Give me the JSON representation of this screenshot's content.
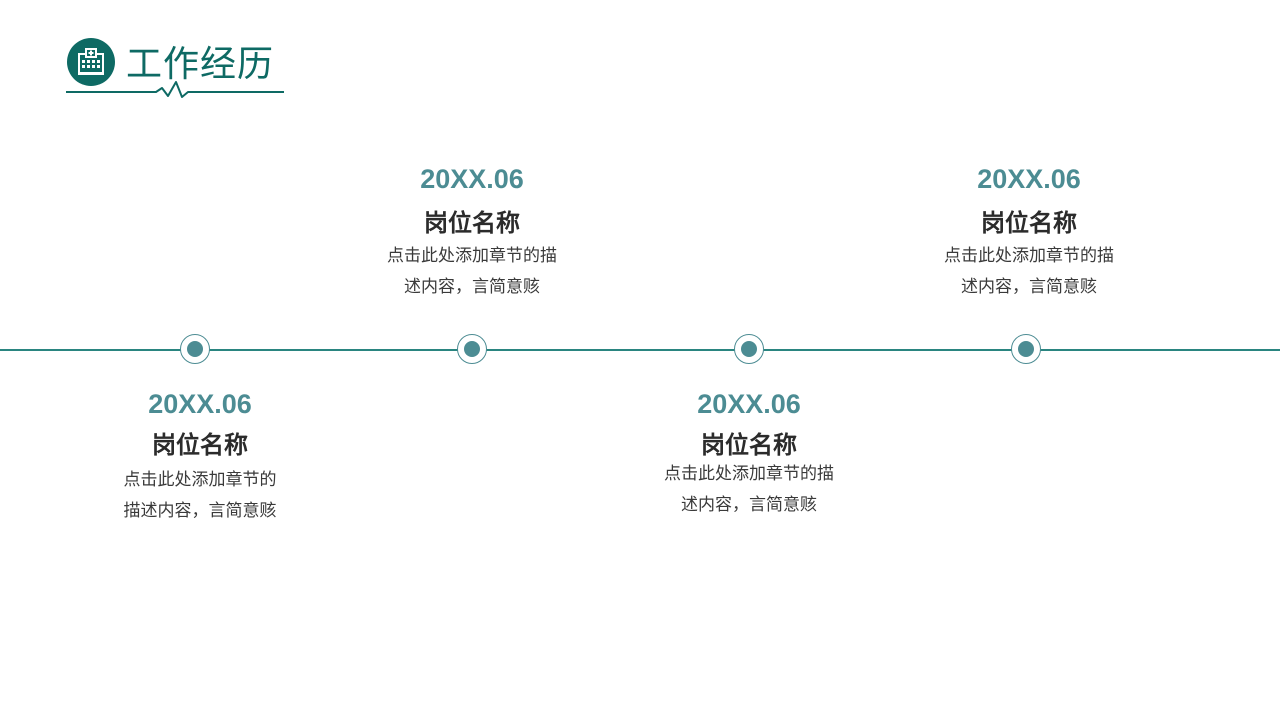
{
  "header": {
    "title": "工作经历",
    "icon": "hospital-icon",
    "accent_color": "#0e6a64"
  },
  "timeline": {
    "line_color": "#2a8580",
    "node_color": "#4c8c93",
    "entries": [
      {
        "date": "20XX.06",
        "title": "岗位名称",
        "desc_line1": "点击此处添加章节的",
        "desc_line2": "描述内容，言简意赅"
      },
      {
        "date": "20XX.06",
        "title": "岗位名称",
        "desc_line1": "点击此处添加章节的描",
        "desc_line2": "述内容，言简意赅"
      },
      {
        "date": "20XX.06",
        "title": "岗位名称",
        "desc_line1": "点击此处添加章节的描",
        "desc_line2": "述内容，言简意赅"
      },
      {
        "date": "20XX.06",
        "title": "岗位名称",
        "desc_line1": "点击此处添加章节的描",
        "desc_line2": "述内容，言简意赅"
      }
    ]
  }
}
